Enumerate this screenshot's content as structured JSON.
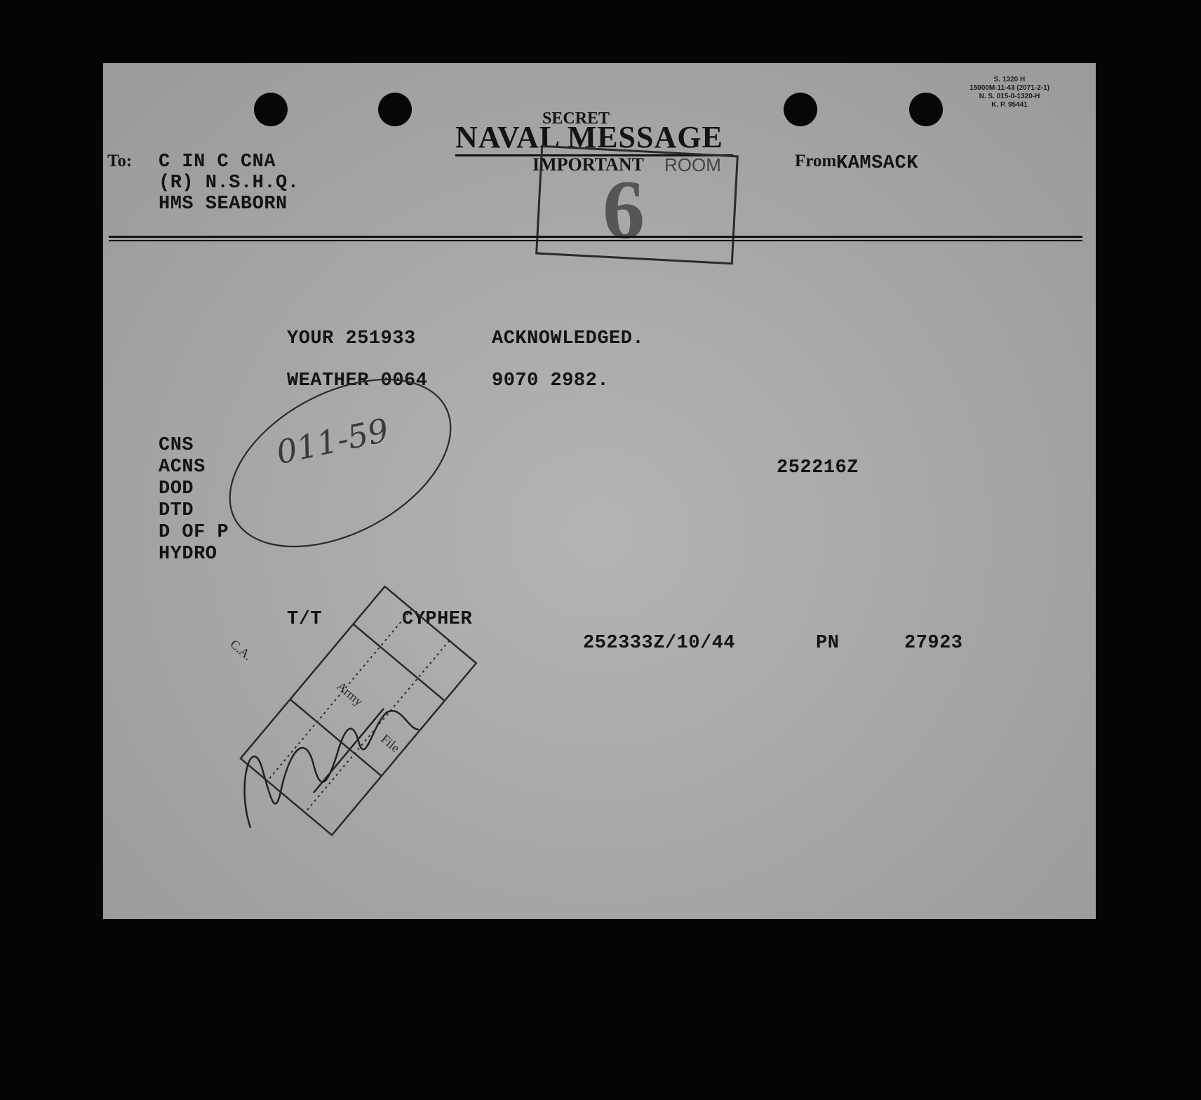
{
  "form_code": [
    "S. 1320 H",
    "15000M-11-43 (2071-2-1)",
    "N. S. 015-0-1320-H",
    "K. P. 95441"
  ],
  "security": "SECRET",
  "title": "NAVAL MESSAGE",
  "priority": "IMPORTANT",
  "room_stamp": {
    "word": "ROOM",
    "number": "6"
  },
  "to_label": "To:",
  "to_lines": [
    "C IN C CNA",
    "(R) N.S.H.Q.",
    "HMS SEABORN"
  ],
  "from_label": "From",
  "from_value": "KAMSACK",
  "body": {
    "line1": [
      "YOUR 251933",
      "ACKNOWLEDGED."
    ],
    "line2": [
      "WEATHER 0064",
      "9070  2982."
    ]
  },
  "handwritten_note": "011-59",
  "distribution": [
    "CNS",
    "ACNS",
    "DOD",
    "DTD",
    "D OF P",
    "HYDRO"
  ],
  "time_of_origin": "252216Z",
  "method": "T/T",
  "mode": "CYPHER",
  "dtg": "252333Z/10/44",
  "pn_label": "PN",
  "pn_value": "27923",
  "routing_stamp": {
    "left": "C.A.",
    "middle": "Army",
    "right": "File"
  }
}
